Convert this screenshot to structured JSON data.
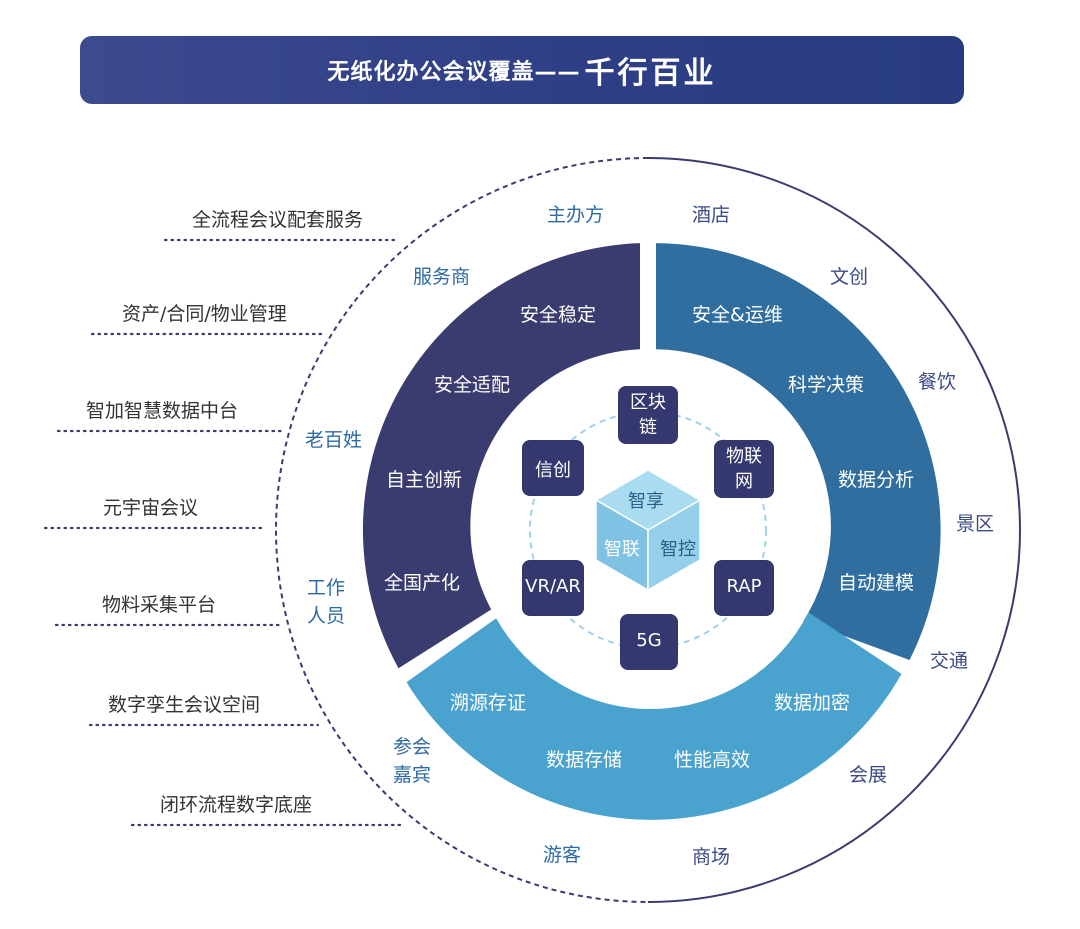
{
  "title": {
    "prefix": "无纸化办公会议覆盖——",
    "main": "千行百业"
  },
  "left_list": [
    "全流程会议配套服务",
    "资产/合同/物业管理",
    "智加智慧数据中台",
    "元宇宙会议",
    "物料采集平台",
    "数字孪生会议空间",
    "闭环流程数字底座"
  ],
  "outer_labels": {
    "host": "主办方",
    "hotel": "酒店",
    "culture": "文创",
    "catering": "餐饮",
    "scenic": "景区",
    "traffic": "交通",
    "expo": "会展",
    "mall": "商场",
    "tourist": "游客",
    "guest": "参会\n嘉宾",
    "staff": "工作\n人员",
    "people": "老百姓",
    "provider": "服务商"
  },
  "ring_left": [
    "安全稳定",
    "安全适配",
    "自主创新",
    "全国产化"
  ],
  "ring_right": [
    "安全&运维",
    "科学决策",
    "数据分析",
    "自动建模"
  ],
  "ring_bottom": [
    "溯源存证",
    "数据存储",
    "性能高效",
    "数据加密"
  ],
  "tech_nodes": [
    "区块\n链",
    "物联\n网",
    "RAP",
    "5G",
    "VR/AR",
    "信创"
  ],
  "hexagon": {
    "top": "智享",
    "left": "智联",
    "right": "智控"
  },
  "colors": {
    "navy": "#3a3b6f",
    "steel": "#2f6e9f",
    "sky": "#4aa3cf",
    "node": "#35376f",
    "hex": "#8fc9e6"
  }
}
